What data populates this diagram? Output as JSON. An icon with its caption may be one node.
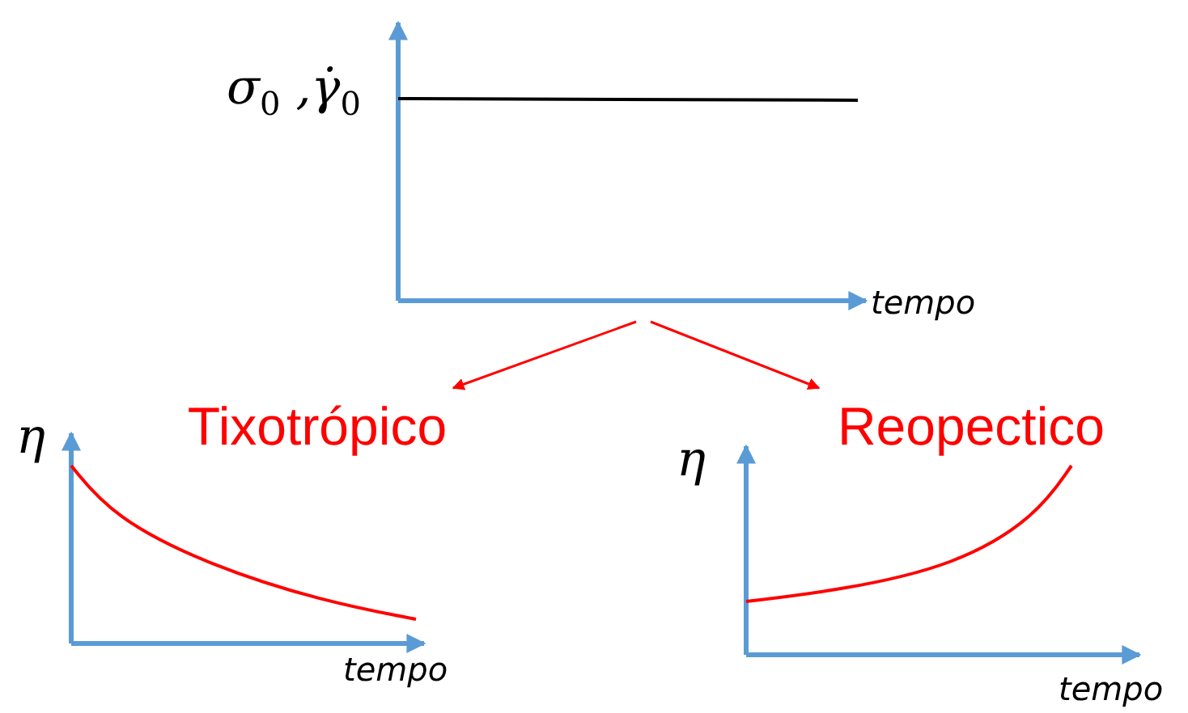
{
  "diagram": {
    "nodes": [
      {
        "text": [],
        "shape": "picture",
        "beside": [
          "σ$_{0}$ ,γ̇$_{0}$",
          "tempo"
        ]
      },
      {
        "text": [
          "Tixotrópico"
        ]
      },
      {
        "text": [
          "Reopectico"
        ]
      }
    ],
    "edges": [
      {
        "from": 0,
        "to": 1,
        "arrow": "to"
      },
      {
        "from": 0,
        "to": 2,
        "arrow": "to"
      }
    ],
    "labels": [
      "η",
      "tempo",
      "η",
      "tempo"
    ]
  }
}
